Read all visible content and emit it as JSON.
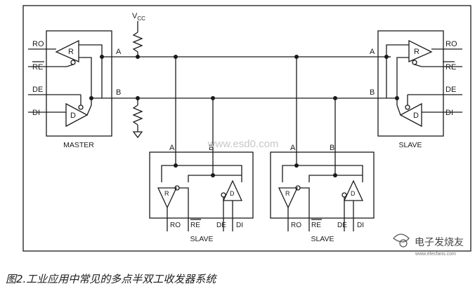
{
  "diagram": {
    "vcc": {
      "main": "V",
      "sub": "CC"
    },
    "master": {
      "label": "MASTER",
      "pins": {
        "ro": "RO",
        "re": "RE",
        "de": "DE",
        "di": "DI"
      },
      "receiver": "R",
      "driver": "D",
      "bus_a": "A",
      "bus_b": "B"
    },
    "slave_right": {
      "label": "SLAVE",
      "pins": {
        "ro": "RO",
        "re": "RE",
        "de": "DE",
        "di": "DI"
      },
      "receiver": "R",
      "driver": "D",
      "bus_a": "A",
      "bus_b": "B"
    },
    "slave_bottom_1": {
      "label": "SLAVE",
      "pins": {
        "ro": "RO",
        "re": "RE",
        "de": "DE",
        "di": "DI"
      },
      "receiver": "R",
      "driver": "D",
      "bus_a": "A",
      "bus_b": "B"
    },
    "slave_bottom_2": {
      "label": "SLAVE",
      "pins": {
        "ro": "RO",
        "re": "RE",
        "de": "DE",
        "di": "DI"
      },
      "receiver": "R",
      "driver": "D",
      "bus_a": "A",
      "bus_b": "B"
    },
    "watermark": "www.esd0.com",
    "logo_text": "电子发烧友",
    "logo_sub": "www.elecfans.com"
  },
  "caption": "图2.工业应用中常见的多点半双工收发器系统"
}
